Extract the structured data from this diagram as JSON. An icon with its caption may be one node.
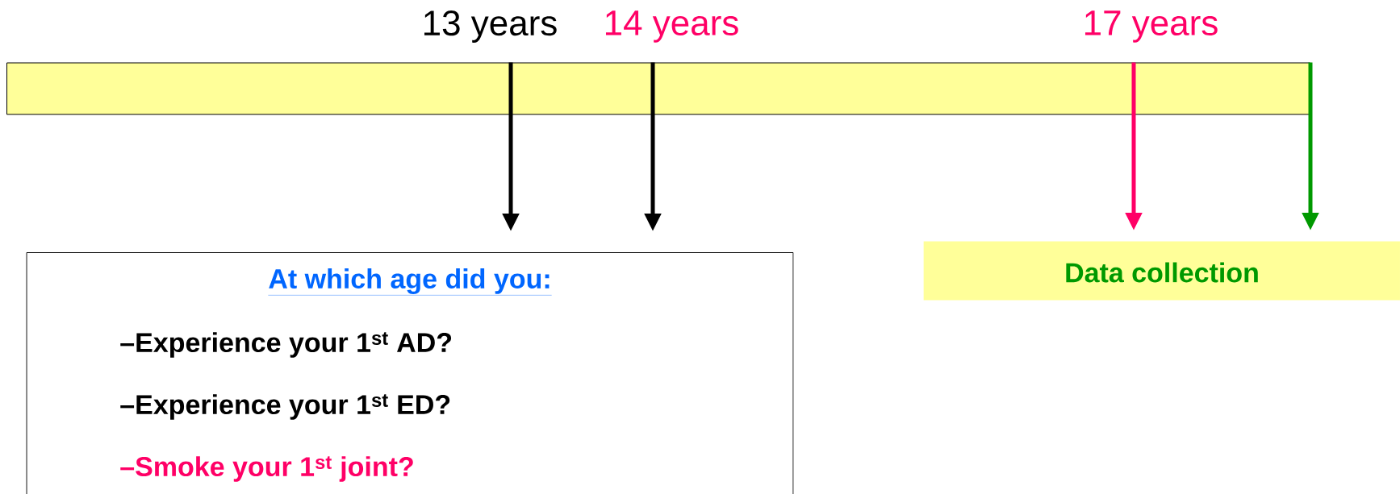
{
  "diagram": {
    "nodes": [
      {
        "text": [],
        "shape": "bar"
      },
      {
        "text": [
          "At which age did you:",
          "–Experience your 1$^{st}$ AD?",
          "–Experience your 1$^{st}$ ED?",
          "–Smoke your 1$^{st}$ joint?"
        ]
      },
      {
        "text": [
          "Data collection"
        ]
      }
    ],
    "edges": [
      {
        "from": 0,
        "to": 1,
        "arrow": "to"
      },
      {
        "from": 0,
        "to": 1,
        "arrow": "to"
      },
      {
        "from": 0,
        "to": 2,
        "arrow": "to",
        "color": "#ff0066"
      },
      {
        "from": 0,
        "to": 2,
        "arrow": "to",
        "color": "#009900"
      }
    ],
    "labels": [
      "13 years",
      "14 years",
      "17 years"
    ]
  }
}
